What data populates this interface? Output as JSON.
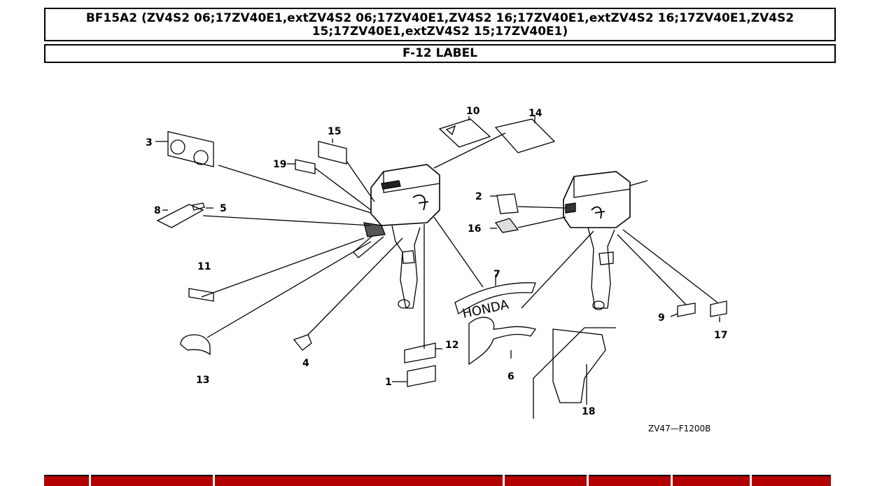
{
  "header": {
    "line1": "BF15A2 (ZV4S2 06;17ZV40E1,extZV4S2 06;17ZV40E1,ZV4S2 16;17ZV40E1,extZV4S2 16;17ZV40E1,ZV4S2",
    "line2": "15;17ZV40E1,extZV4S2 15;17ZV40E1)",
    "section": "F-12 LABEL"
  },
  "diagram": {
    "callouts": [
      "1",
      "2",
      "3",
      "4",
      "5",
      "6",
      "7",
      "8",
      "9",
      "10",
      "11",
      "12",
      "13",
      "14",
      "15",
      "16",
      "17",
      "18",
      "19"
    ],
    "label_honda": "HONDA",
    "figure_code": "ZV47—F1200B"
  },
  "colors": {
    "table_header": "#b30000",
    "border": "#000000"
  }
}
